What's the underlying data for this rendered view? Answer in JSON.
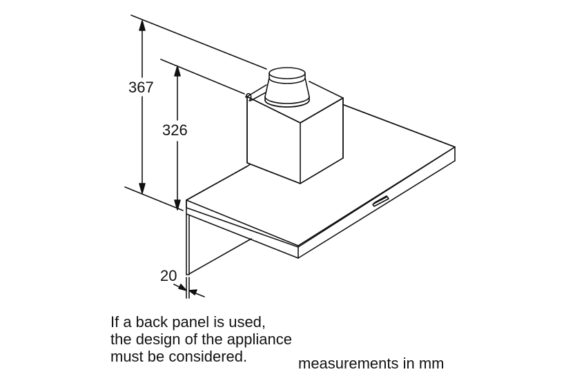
{
  "diagram": {
    "subject": "wall-mounted chimney cooker hood dimension drawing",
    "dimensions": {
      "overall_height": "367",
      "chimney_height": "326",
      "back_panel_gap": "20"
    },
    "note": {
      "line1": "If a back panel is used,",
      "line2": "the design of the appliance",
      "line3": "must be considered."
    },
    "units_label": "measurements in mm",
    "line_color": "#111111",
    "background": "#ffffff"
  }
}
